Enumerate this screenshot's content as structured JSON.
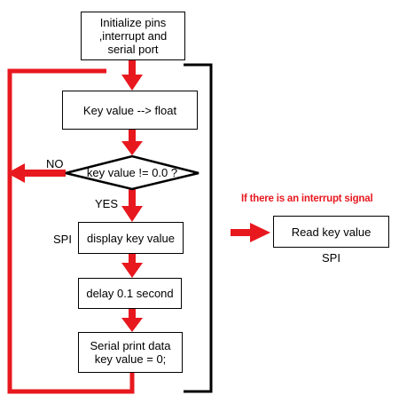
{
  "flowchart": {
    "init": "Initialize pins\n,interrupt and\nserial port",
    "convert": "Key value --> float",
    "decision": "key value != 0.0 ?",
    "no_label": "NO",
    "yes_label": "YES",
    "spi_left": "SPI",
    "display": "display key value",
    "delay": "delay 0.1 second",
    "print": "Serial print data\nkey value = 0;"
  },
  "interrupt": {
    "condition": "If there is an interrupt signal",
    "action": "Read key value",
    "action_label": "SPI"
  },
  "colors": {
    "arrow": "#e8181f",
    "box_border": "#000000",
    "condition_text": "#e8181f"
  }
}
